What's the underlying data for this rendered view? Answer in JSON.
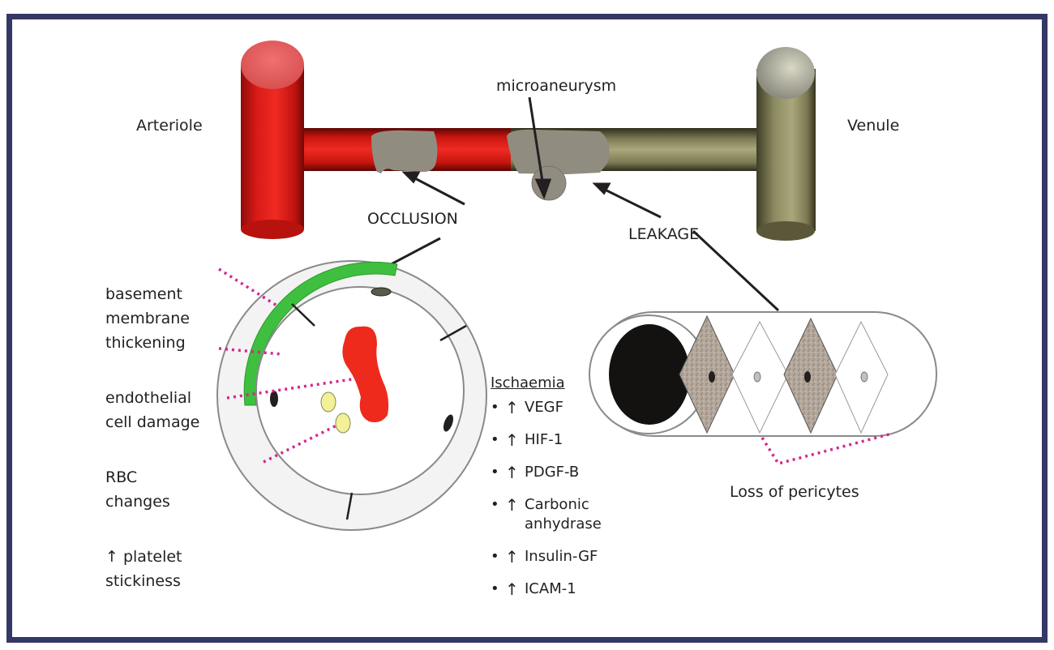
{
  "figure": {
    "labels": {
      "arteriole": "Arteriole",
      "venule": "Venule",
      "microaneurysm": "microaneurysm",
      "occlusion": "OCCLUSION",
      "leakage": "LEAKAGE",
      "loss_of_pericytes": "Loss of pericytes"
    },
    "cross_section_labels": [
      {
        "text": "basement\nmembrane\nthickening"
      },
      {
        "text": "endothelial\ncell damage"
      },
      {
        "text": "RBC\nchanges"
      },
      {
        "text": "↑ platelet\nstickiness"
      }
    ],
    "ischaemia": {
      "heading": "Ischaemia",
      "items": [
        {
          "bullet": "•",
          "arrow": "↑",
          "text": "VEGF"
        },
        {
          "bullet": "•",
          "arrow": "↑",
          "text": "HIF-1"
        },
        {
          "bullet": "•",
          "arrow": "↑",
          "text": "PDGF-B"
        },
        {
          "bullet": "•",
          "arrow": "↑",
          "text": "Carbonic\nanhydrase"
        },
        {
          "bullet": "•",
          "arrow": "↑",
          "text": "Insulin-GF"
        },
        {
          "bullet": "•",
          "arrow": "↑",
          "text": "ICAM-1"
        }
      ]
    },
    "colors": {
      "frame": "#353766",
      "arteriole": "#e8231f",
      "venule": "#a3a076",
      "occlusion": "#918c80",
      "basement_membrane": "#3fbf3f",
      "rbc": "#ed2a1c",
      "platelet": "#f3f09a",
      "pericyte_dotted": "#d4288c"
    }
  }
}
